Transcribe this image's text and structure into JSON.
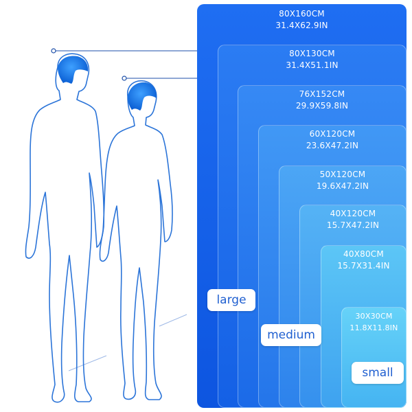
{
  "sizes": [
    {
      "cm": "80X160CM",
      "inch": "31.4X62.9IN"
    },
    {
      "cm": "80X130CM",
      "inch": "31.4X51.1IN"
    },
    {
      "cm": "76X152CM",
      "inch": "29.9X59.8IN"
    },
    {
      "cm": "60X120CM",
      "inch": "23.6X47.2IN"
    },
    {
      "cm": "50X120CM",
      "inch": "19.6X47.2IN"
    },
    {
      "cm": "40X120CM",
      "inch": "15.7X47.2IN"
    },
    {
      "cm": "40X80CM",
      "inch": "15.7X31.4IN"
    },
    {
      "cm": "30X30CM",
      "inch": "11.8X11.8IN"
    }
  ],
  "labels": {
    "large": "large",
    "medium": "medium",
    "small": "small"
  },
  "colors": {
    "outer": "#1565e8",
    "inner": "#3fc6f3",
    "outline": "#2b74d8"
  },
  "icons": [
    "male-figure-icon",
    "female-figure-icon"
  ]
}
